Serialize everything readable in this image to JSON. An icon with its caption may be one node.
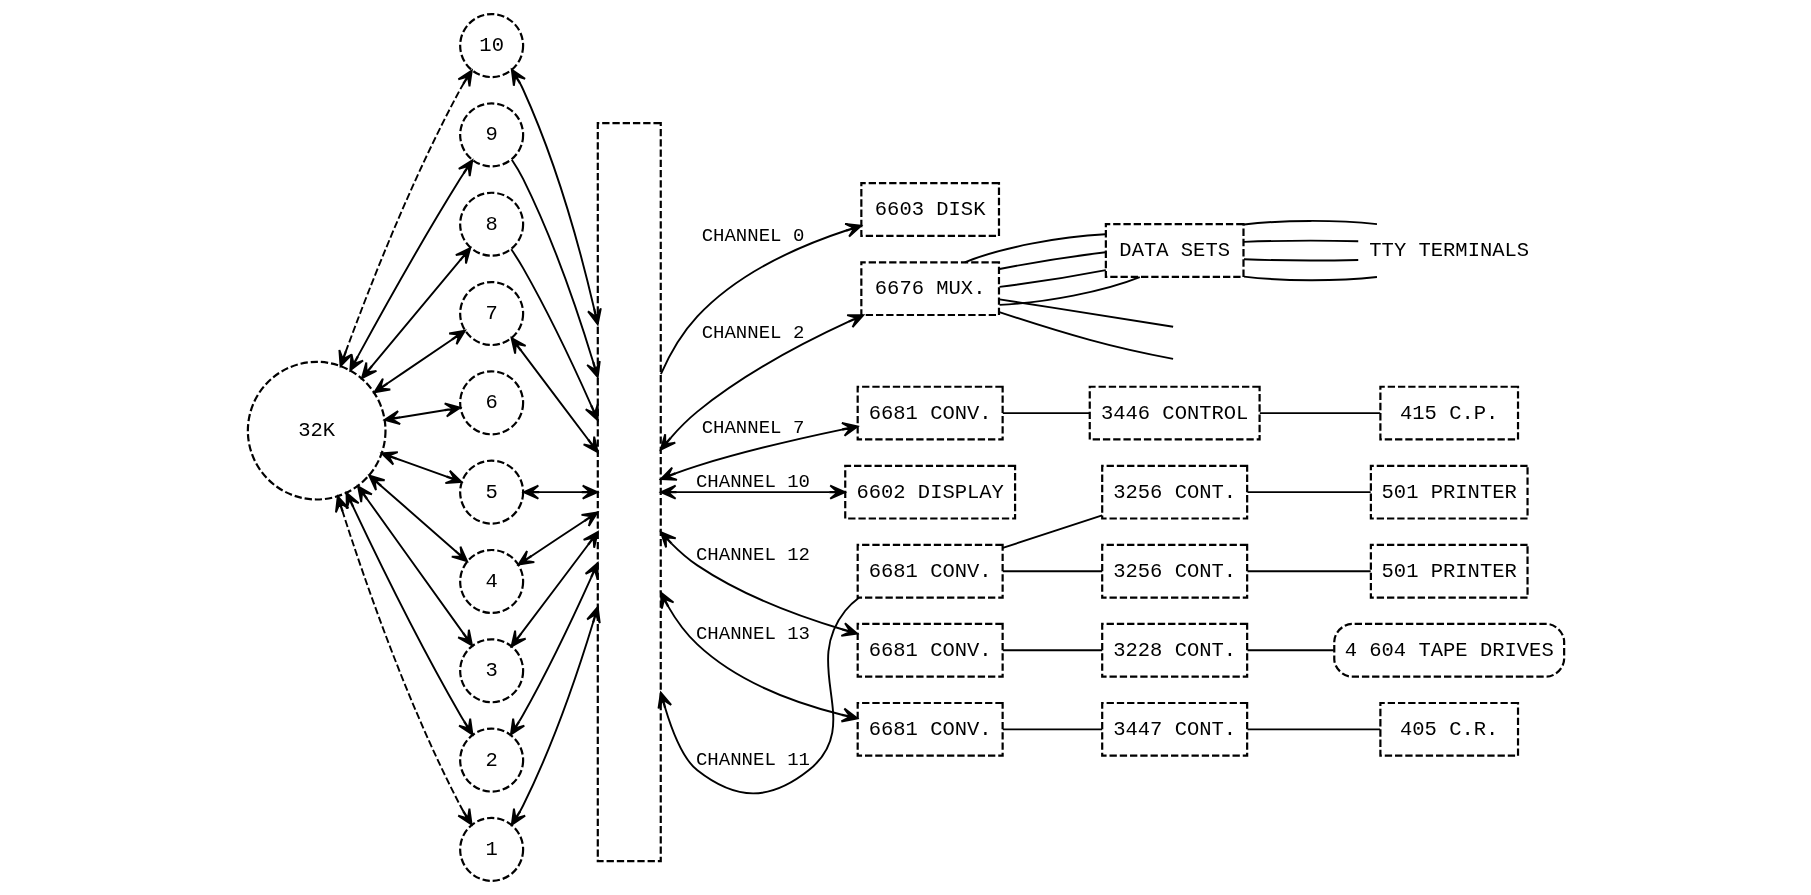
{
  "diagram": {
    "nodes": [
      {
        "text": [
          "10"
        ]
      },
      {
        "text": [
          "9"
        ]
      },
      {
        "text": [
          "8"
        ]
      },
      {
        "text": [
          "7"
        ]
      },
      {
        "text": [
          "6"
        ]
      },
      {
        "text": [
          "32K"
        ]
      },
      {
        "text": [
          "5"
        ]
      },
      {
        "text": [
          "4"
        ]
      },
      {
        "text": [
          "3"
        ]
      },
      {
        "text": [
          "2"
        ]
      },
      {
        "text": [
          "1"
        ]
      },
      {
        "text": [],
        "shape": "bar"
      },
      {
        "text": [
          "6603 DISK"
        ]
      },
      {
        "text": [
          "6676 MUX."
        ]
      },
      {
        "text": [
          "DATA SETS"
        ]
      },
      {
        "text": [
          "TTY TERMINALS"
        ]
      },
      {
        "text": [
          "6681 CONV."
        ]
      },
      {
        "text": [
          "3446 CONTROL"
        ]
      },
      {
        "text": [
          "415 C.P."
        ]
      },
      {
        "text": [
          "6602 DISPLAY"
        ]
      },
      {
        "text": [
          "3256 CONT."
        ]
      },
      {
        "text": [
          "501 PRINTER"
        ]
      },
      {
        "text": [
          "6681 CONV."
        ]
      },
      {
        "text": [
          "3256 CONT."
        ]
      },
      {
        "text": [
          "501 PRINTER"
        ]
      },
      {
        "text": [
          "6681 CONV."
        ]
      },
      {
        "text": [
          "3228 CONT."
        ]
      },
      {
        "text": [
          "4 604 TAPE DRIVES"
        ]
      },
      {
        "text": [
          "6681 CONV."
        ]
      },
      {
        "text": [
          "3447 CONT."
        ]
      },
      {
        "text": [
          "405 C.R."
        ]
      }
    ],
    "edges": [
      {
        "from": 5,
        "to": 0,
        "arrow": "both",
        "style": "dashed"
      },
      {
        "from": 5,
        "to": 1,
        "arrow": "both"
      },
      {
        "from": 5,
        "to": 2,
        "arrow": "both"
      },
      {
        "from": 5,
        "to": 3,
        "arrow": "both"
      },
      {
        "from": 5,
        "to": 4,
        "arrow": "both"
      },
      {
        "from": 5,
        "to": 6,
        "arrow": "both"
      },
      {
        "from": 5,
        "to": 7,
        "arrow": "both"
      },
      {
        "from": 5,
        "to": 8,
        "arrow": "both"
      },
      {
        "from": 5,
        "to": 9,
        "arrow": "both"
      },
      {
        "from": 5,
        "to": 10,
        "arrow": "both",
        "style": "dashed"
      },
      {
        "from": 0,
        "to": 11,
        "arrow": "both"
      },
      {
        "from": 1,
        "to": 11,
        "arrow": "to"
      },
      {
        "from": 2,
        "to": 11,
        "arrow": "to"
      },
      {
        "from": 3,
        "to": 11,
        "arrow": "both"
      },
      {
        "from": 6,
        "to": 11,
        "arrow": "both"
      },
      {
        "from": 7,
        "to": 11,
        "arrow": "both"
      },
      {
        "from": 8,
        "to": 11,
        "arrow": "both"
      },
      {
        "from": 9,
        "to": 11,
        "arrow": "both"
      },
      {
        "from": 10,
        "to": 11,
        "arrow": "both"
      },
      {
        "from": 11,
        "to": 12,
        "arrow": "to",
        "label": "CHANNEL 0"
      },
      {
        "from": 11,
        "to": 13,
        "arrow": "both",
        "label": "CHANNEL 2"
      },
      {
        "from": 13,
        "to": null,
        "arrow": "none"
      },
      {
        "from": 13,
        "to": 14,
        "arrow": "none"
      },
      {
        "from": 13,
        "to": 14,
        "arrow": "none"
      },
      {
        "from": 13,
        "to": 14,
        "arrow": "none"
      },
      {
        "from": 13,
        "to": 14,
        "arrow": "none"
      },
      {
        "from": 13,
        "to": null,
        "arrow": "none"
      },
      {
        "from": 14,
        "to": 15,
        "arrow": "none"
      },
      {
        "from": 14,
        "to": 15,
        "arrow": "none"
      },
      {
        "from": 14,
        "to": 15,
        "arrow": "none"
      },
      {
        "from": 14,
        "to": 15,
        "arrow": "none"
      },
      {
        "from": 11,
        "to": 16,
        "arrow": "both",
        "label": "CHANNEL 7"
      },
      {
        "from": 16,
        "to": 17,
        "arrow": "none"
      },
      {
        "from": 17,
        "to": 18,
        "arrow": "none"
      },
      {
        "from": 11,
        "to": 19,
        "arrow": "both",
        "label": "CHANNEL 10"
      },
      {
        "from": 22,
        "to": 11,
        "arrow": "to",
        "label": "CHANNEL 11"
      },
      {
        "from": 22,
        "to": 20,
        "arrow": "none"
      },
      {
        "from": 20,
        "to": 21,
        "arrow": "none"
      },
      {
        "from": 22,
        "to": 23,
        "arrow": "none"
      },
      {
        "from": 23,
        "to": 24,
        "arrow": "none"
      },
      {
        "from": 11,
        "to": 25,
        "arrow": "both",
        "label": "CHANNEL 12"
      },
      {
        "from": 25,
        "to": 26,
        "arrow": "none"
      },
      {
        "from": 26,
        "to": 27,
        "arrow": "none"
      },
      {
        "from": 11,
        "to": 28,
        "arrow": "both",
        "label": "CHANNEL 13"
      },
      {
        "from": 28,
        "to": 29,
        "arrow": "none"
      },
      {
        "from": 29,
        "to": 30,
        "arrow": "none"
      }
    ]
  }
}
